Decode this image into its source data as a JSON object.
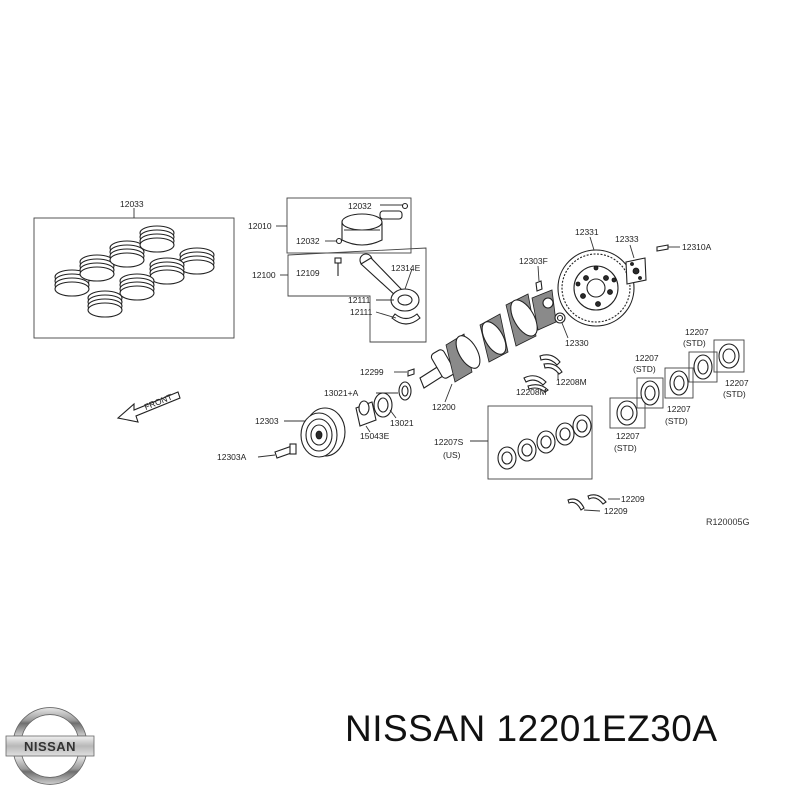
{
  "diagram": {
    "part_labels": {
      "p12033": "12033",
      "p12010": "12010",
      "p12032a": "12032",
      "p12032b": "12032",
      "p12100": "12100",
      "p12109": "12109",
      "p12314e": "12314E",
      "p12111a": "12111",
      "p12111b": "12111",
      "p12331": "12331",
      "p12333": "12333",
      "p12310a": "12310A",
      "p12303f": "12303F",
      "p12330": "12330",
      "p12299": "12299",
      "p13021a": "13021+A",
      "p13021": "13021",
      "p12303": "12303",
      "p15043e": "15043E",
      "p12200": "12200",
      "p12303a": "12303A",
      "p12208ma": "12208M",
      "p12208mb": "12208M",
      "p12207s": "12207S",
      "p12207s_sub": "(US)",
      "p12207_1": "12207",
      "p12207_1_sub": "(STD)",
      "p12207_2": "12207",
      "p12207_2_sub": "(STD)",
      "p12207_3": "12207",
      "p12207_3_sub": "(STD)",
      "p12207_4": "12207",
      "p12207_4_sub": "(STD)",
      "p12207_5": "12207",
      "p12207_5_sub": "(STD)",
      "p12209a": "12209",
      "p12209b": "12209",
      "front": "FRONT"
    },
    "drawing_code": "R120005G"
  },
  "brand": {
    "logo_text": "NISSAN",
    "title": "NISSAN 12201EZ30A"
  }
}
